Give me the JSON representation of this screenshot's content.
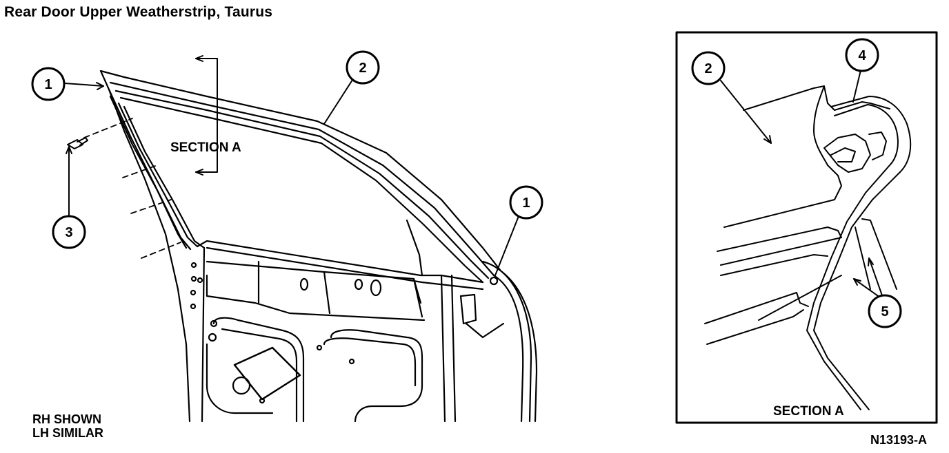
{
  "title": "Rear Door Upper Weatherstrip, Taurus",
  "section_label_main": "SECTION A",
  "section_label_inset": "SECTION A",
  "note_line1": "RH SHOWN",
  "note_line2": "LH SIMILAR",
  "figure_id": "N13193-A",
  "callouts": {
    "c1_top": "1",
    "c2_top": "2",
    "c3": "3",
    "c1_right": "1",
    "inset_c2": "2",
    "inset_c4": "4",
    "inset_c5": "5"
  }
}
